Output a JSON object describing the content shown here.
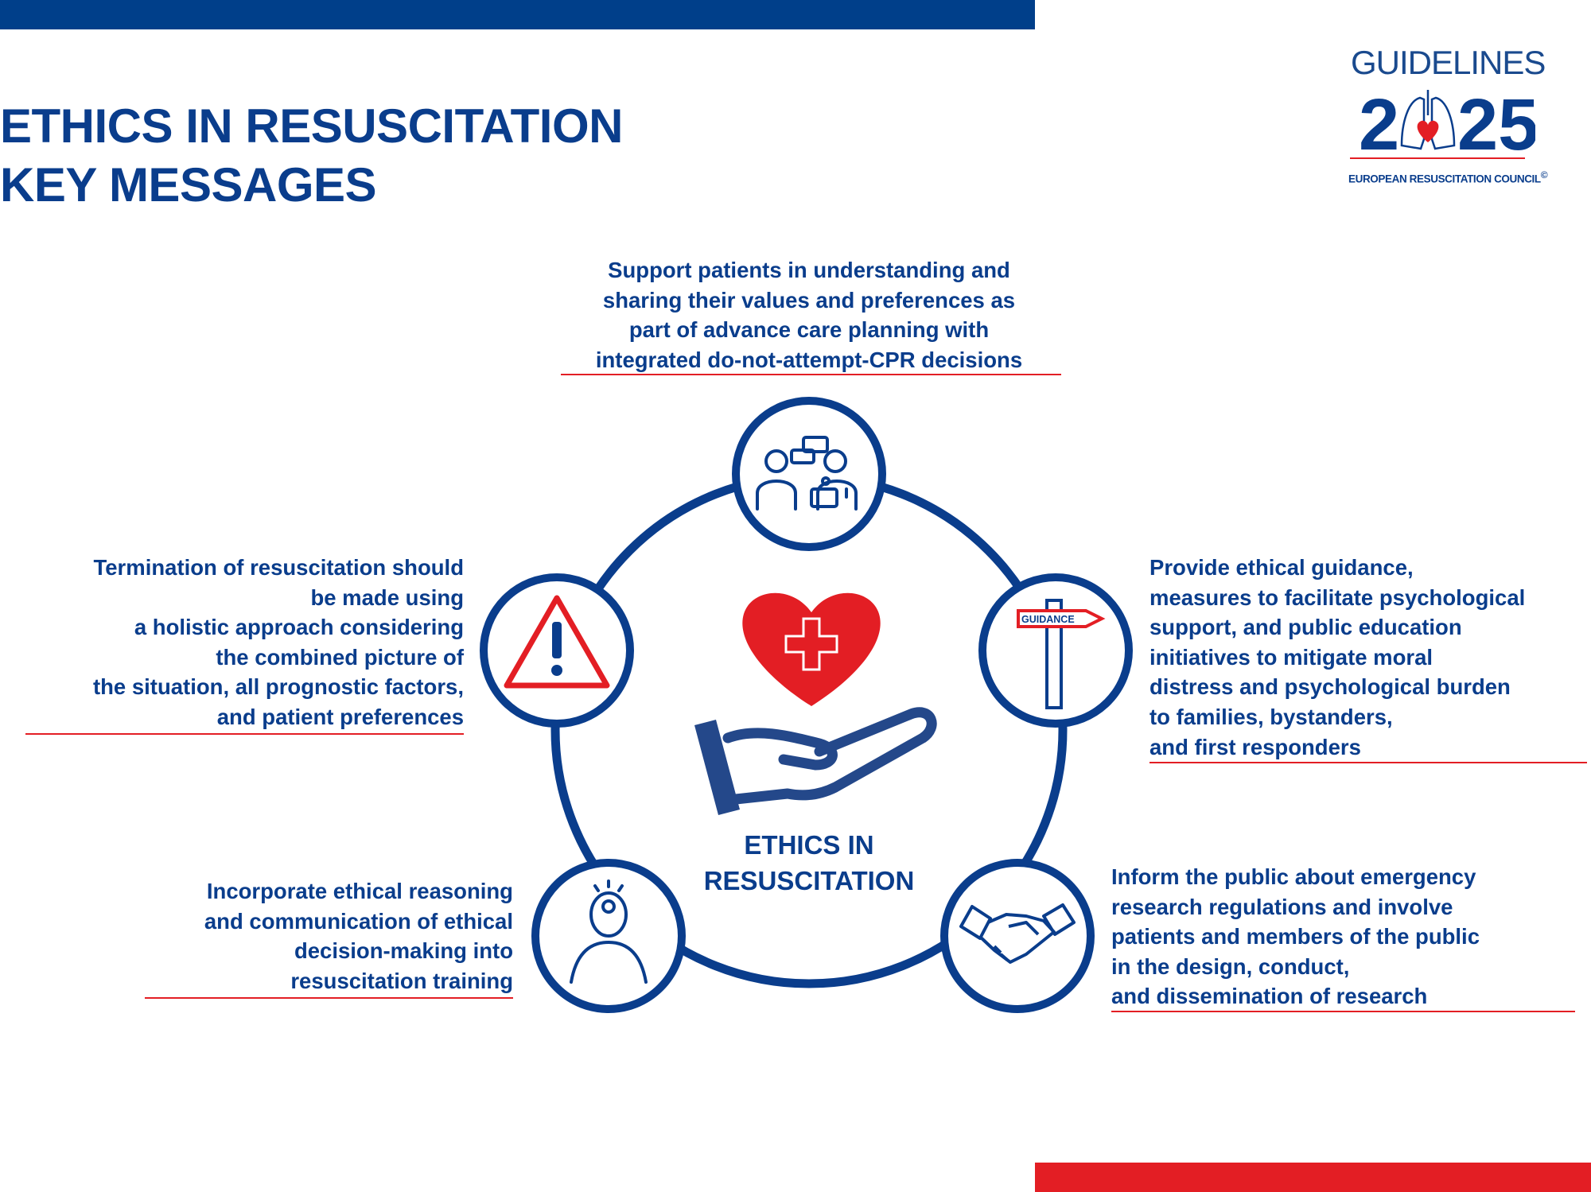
{
  "header": {
    "title_line1": "ETHICS IN RESUSCITATION",
    "title_line2": "KEY MESSAGES"
  },
  "logo": {
    "guidelines": "GUIDELINES",
    "year": "2025",
    "organization": "EUROPEAN RESUSCITATION COUNCIL",
    "copyright": "©"
  },
  "center": {
    "label_line1": "ETHICS IN",
    "label_line2": "RESUSCITATION"
  },
  "messages": {
    "top": {
      "icon": "patient-doctor-conversation-icon",
      "lines": [
        "Support patients in understanding and",
        "sharing their values and preferences as",
        "part of advance care planning with",
        "integrated do-not-attempt-CPR decisions"
      ]
    },
    "left": {
      "icon": "warning-triangle-icon",
      "lines": [
        "Termination of resuscitation should",
        "be made using",
        "a holistic approach considering",
        "the combined picture of",
        "the situation, all prognostic factors,",
        "and patient preferences"
      ]
    },
    "right": {
      "icon": "guidance-signpost-icon",
      "sign_text": "GUIDANCE",
      "lines": [
        "Provide ethical guidance,",
        "measures to facilitate psychological",
        "support, and public education",
        "initiatives to mitigate moral",
        "distress and psychological burden",
        "to families, bystanders,",
        "and first responders"
      ]
    },
    "bottom_left": {
      "icon": "person-lightbulb-icon",
      "lines": [
        "Incorporate ethical reasoning",
        "and communication of ethical",
        "decision-making into",
        "resuscitation training"
      ]
    },
    "bottom_right": {
      "icon": "handshake-icon",
      "lines": [
        "Inform the public about emergency",
        "research regulations and involve",
        "patients and members of the public",
        "in the design, conduct,",
        "and dissemination of research"
      ]
    }
  },
  "colors": {
    "primary_blue": "#0a3d8c",
    "accent_red": "#e31e24"
  }
}
